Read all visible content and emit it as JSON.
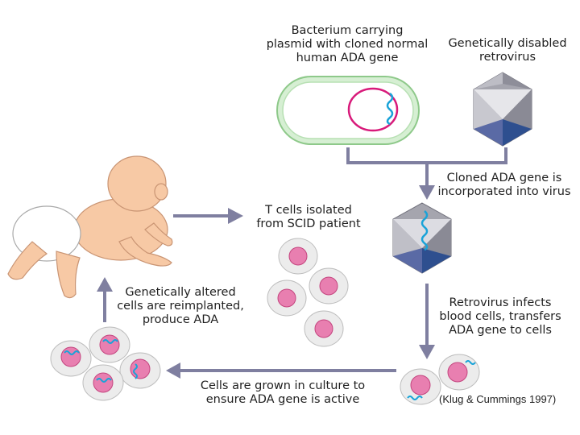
{
  "labels": {
    "bacterium": [
      "Bacterium carrying",
      "plasmid with cloned normal",
      "human ADA gene"
    ],
    "retrovirus": [
      "Genetically disabled",
      "retrovirus"
    ],
    "incorporated": [
      "Cloned ADA gene is",
      "incorporated into virus"
    ],
    "tcells": [
      "T cells isolated",
      "from SCID patient"
    ],
    "infects": [
      "Retrovirus infects",
      "blood cells, transfers",
      "ADA gene to cells"
    ],
    "reimplanted": [
      "Genetically altered",
      "cells are reimplanted,",
      "produce ADA"
    ],
    "grown": [
      "Cells are grown in culture to",
      "ensure ADA gene is active"
    ],
    "citation": "(Klug & Cummings 1997)"
  },
  "colors": {
    "arrow": "#7f7fa0",
    "bacterium_wall": "#9fd39b",
    "plasmid": "#d81a7a",
    "gene": "#1aa3d8",
    "cell_body": "#ececec",
    "nucleus": "#e87fb0",
    "virus_light": "#e6e6ea",
    "virus_mid": "#a5a5ae",
    "virus_dark": "#2e4f8f",
    "skin": "#f7c9a5"
  }
}
